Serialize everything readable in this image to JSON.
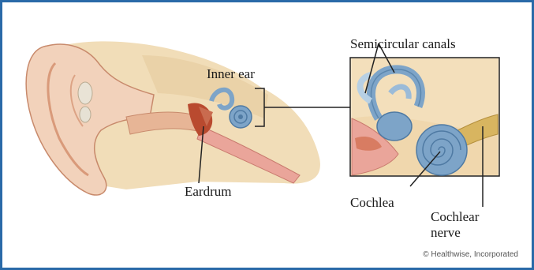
{
  "labels": {
    "semicircular_canals": "Semicircular canals",
    "inner_ear": "Inner ear",
    "eardrum": "Eardrum",
    "cochlea": "Cochlea",
    "cochlear_nerve_line1": "Cochlear",
    "cochlear_nerve_line2": "nerve"
  },
  "credit": "© Healthwise, Incorporated",
  "colors": {
    "border": "#2a6aa8",
    "skin": "#f2d2bb",
    "skin_shadow": "#e7b596",
    "bone": "#f1ddb8",
    "bone_dark": "#dcbf8f",
    "labyrinth": "#7da4c8",
    "labyrinth_dark": "#4f7aa3",
    "canal_pink": "#e8a196",
    "ossicle": "#b94a2f",
    "nerve": "#d8b560"
  }
}
